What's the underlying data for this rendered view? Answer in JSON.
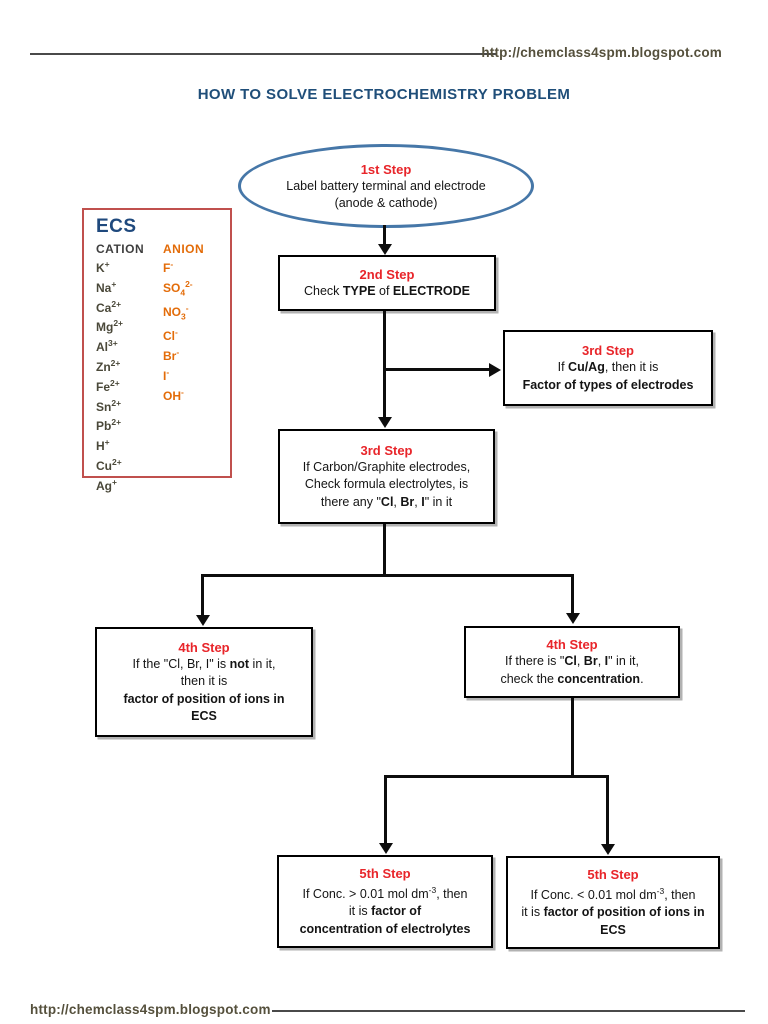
{
  "header": {
    "url": "http://chemclass4spm.blogspot.com"
  },
  "footer": {
    "url": "http://chemclass4spm.blogspot.com"
  },
  "title": "HOW TO SOLVE ELECTROCHEMISTRY PROBLEM",
  "colors": {
    "red": "#e8252a",
    "title-blue": "#1f4e79",
    "ellipse-blue": "#4677a8",
    "ecs-border": "#c0504d",
    "ecs-title": "#1f497d",
    "cation": "#4a4839",
    "anion": "#e36c09",
    "ink": "#141414",
    "line": "#0d0d0d",
    "url": "#55503c"
  },
  "ellipse": {
    "step": "1st Step",
    "lines": [
      "Label battery terminal and electrode",
      "(anode & cathode)"
    ]
  },
  "ecs": {
    "title": "ECS",
    "cation_header": "CATION",
    "anion_header": "ANION",
    "cations": [
      {
        "base": "K",
        "sup": "+"
      },
      {
        "base": "Na",
        "sup": "+"
      },
      {
        "base": "Ca",
        "sup": "2+"
      },
      {
        "base": "Mg",
        "sup": "2+"
      },
      {
        "base": "Al",
        "sup": "3+"
      },
      {
        "base": "Zn",
        "sup": "2+"
      },
      {
        "base": "Fe",
        "sup": "2+"
      },
      {
        "base": "Sn",
        "sup": "2+"
      },
      {
        "base": "Pb",
        "sup": "2+"
      },
      {
        "base": "H",
        "sup": "+"
      },
      {
        "base": "Cu",
        "sup": "2+"
      },
      {
        "base": "Ag",
        "sup": "+"
      }
    ],
    "anions": [
      {
        "base": "F",
        "sup": "-"
      },
      {
        "base": "SO",
        "sub": "4",
        "sup": "2-"
      },
      {
        "base": "NO",
        "sub": "3",
        "sup": "-"
      },
      {
        "base": "Cl",
        "sup": "-"
      },
      {
        "base": "Br",
        "sup": "-"
      },
      {
        "base": "I",
        "sup": "-"
      },
      {
        "base": "OH",
        "sup": "-"
      }
    ]
  },
  "nodes": [
    {
      "id": "step2",
      "step": "2nd Step",
      "lines": [
        [
          {
            "t": "Check "
          },
          {
            "t": "TYPE",
            "b": true
          },
          {
            "t": " of "
          },
          {
            "t": "ELECTRODE",
            "b": true
          }
        ]
      ]
    },
    {
      "id": "step3r",
      "step": "3rd Step",
      "lines": [
        [
          {
            "t": "If "
          },
          {
            "t": "Cu/Ag",
            "b": true
          },
          {
            "t": ", then it is"
          }
        ],
        [
          {
            "t": "Factor of types of electrodes",
            "b": true
          }
        ]
      ]
    },
    {
      "id": "step3c",
      "step": "3rd Step",
      "lines": [
        [
          {
            "t": "If Carbon/Graphite electrodes,"
          }
        ],
        [
          {
            "t": "Check formula electrolytes, is"
          }
        ],
        [
          {
            "t": "there any \""
          },
          {
            "t": "Cl",
            "b": true
          },
          {
            "t": ", "
          },
          {
            "t": "Br",
            "b": true
          },
          {
            "t": ", "
          },
          {
            "t": "I",
            "b": true
          },
          {
            "t": "\" in it"
          }
        ]
      ]
    },
    {
      "id": "step4l",
      "step": "4th Step",
      "lines": [
        [
          {
            "t": "If the \"Cl, Br, I\" is "
          },
          {
            "t": "not",
            "b": true
          },
          {
            "t": " in it,"
          }
        ],
        [
          {
            "t": "then it is"
          }
        ],
        [
          {
            "t": "factor of position of ions in",
            "b": true
          }
        ],
        [
          {
            "t": "ECS",
            "b": true
          }
        ]
      ]
    },
    {
      "id": "step4r",
      "step": "4th Step",
      "lines": [
        [
          {
            "t": "If there is \""
          },
          {
            "t": "Cl",
            "b": true
          },
          {
            "t": ", "
          },
          {
            "t": "Br",
            "b": true
          },
          {
            "t": ", "
          },
          {
            "t": "I",
            "b": true
          },
          {
            "t": "\" in it,"
          }
        ],
        [
          {
            "t": "check the "
          },
          {
            "t": "concentration",
            "b": true
          },
          {
            "t": "."
          }
        ]
      ]
    },
    {
      "id": "step5l",
      "step": "5th Step",
      "lines": [
        [
          {
            "t": "If Conc. > 0.01 mol dm"
          },
          {
            "t": "-3",
            "sup": true
          },
          {
            "t": ", then"
          }
        ],
        [
          {
            "t": "it is "
          },
          {
            "t": "factor of",
            "b": true
          }
        ],
        [
          {
            "t": "concentration of electrolytes",
            "b": true
          }
        ]
      ]
    },
    {
      "id": "step5r",
      "step": "5th Step",
      "lines": [
        [
          {
            "t": "If Conc. < 0.01 mol dm"
          },
          {
            "t": "-3",
            "sup": true
          },
          {
            "t": ", then"
          }
        ],
        [
          {
            "t": "it is "
          },
          {
            "t": "factor of position of ions in",
            "b": true
          }
        ],
        [
          {
            "t": "ECS",
            "b": true
          }
        ]
      ]
    }
  ]
}
